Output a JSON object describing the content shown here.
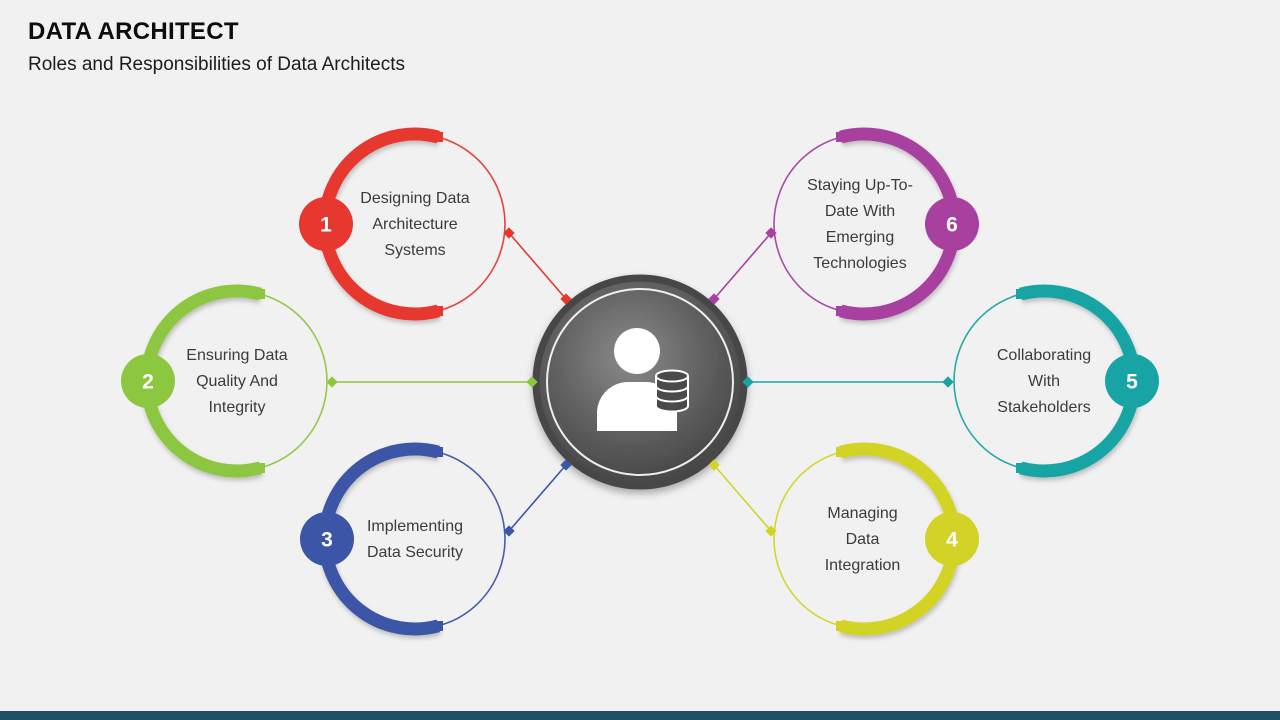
{
  "slide": {
    "title": "DATA ARCHITECT",
    "subtitle": "Roles and Responsibilities of Data Architects"
  },
  "colors": {
    "background": "#f1f1f1",
    "bottom_bar": "#1d5163",
    "center_circle_border": "#474747",
    "center_icon": "#ffffff",
    "label_text": "#3b3b3b",
    "number_text": "#ffffff"
  },
  "center": {
    "icon": "data-architect-person-with-database-icon"
  },
  "items": [
    {
      "number": "1",
      "label": "Designing Data Architecture Systems",
      "color": "#e6382e"
    },
    {
      "number": "2",
      "label": "Ensuring Data Quality And Integrity",
      "color": "#8dc63f"
    },
    {
      "number": "3",
      "label": "Implementing Data Security",
      "color": "#3c55a6"
    },
    {
      "number": "4",
      "label": "Managing Data Integration",
      "color": "#d3d327"
    },
    {
      "number": "5",
      "label": "Collaborating With Stakeholders",
      "color": "#18a4a4"
    },
    {
      "number": "6",
      "label": "Staying Up-To-Date With Emerging Technologies",
      "color": "#a8409f"
    }
  ]
}
